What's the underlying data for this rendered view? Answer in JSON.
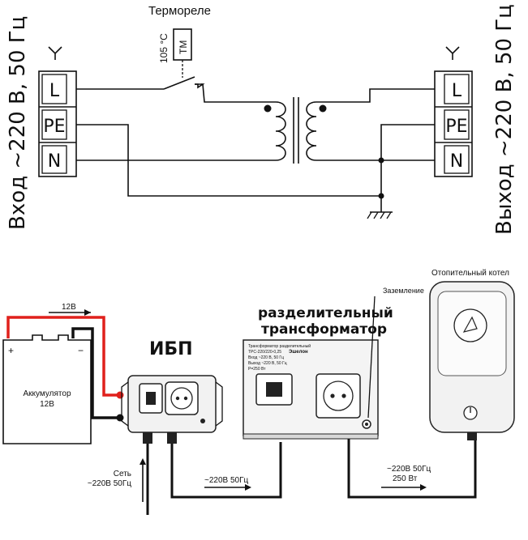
{
  "top_diagram": {
    "thermo_relay_label": "Термореле",
    "thermo_temp_label": "105 °C",
    "thermo_box_label": "TM",
    "input_side_label": "Вход ~220 В, 50 Гц",
    "output_side_label": "Выход ~220 В, 50 Гц",
    "terminals_left": [
      "L",
      "PE",
      "N"
    ],
    "terminals_right": [
      "L",
      "PE",
      "N"
    ]
  },
  "bottom_diagram": {
    "battery_voltage_label": "12В",
    "battery_label_line1": "Аккумулятор",
    "battery_label_line2": "12В",
    "battery_plus": "+",
    "battery_minus": "−",
    "ups_label": "ИБП",
    "transformer_title_line1": "разделительный",
    "transformer_title_line2": "трансформатор",
    "transformer_plate_line1": "Трансформатор разделительный",
    "transformer_plate_line2": "ТРС-220/220-0,25",
    "transformer_plate_line3": "Вход ~220 В, 50 Гц",
    "transformer_plate_line4": "Выход ~220 В, 50 Гц",
    "transformer_plate_line5": "P=250 Вт",
    "transformer_plate_brand": "Эшелон",
    "grounding_label": "Заземление",
    "boiler_label": "Отопительный котел",
    "mains_label_line1": "Сеть",
    "mains_label_line2": "~220В 50Гц",
    "link1_label": "~220В 50Гц",
    "link2_label_line1": "~220В 50Гц",
    "link2_label_line2": "250 Вт"
  },
  "colors": {
    "battery_positive_wire": "#e0201c",
    "wire": "#111111",
    "device_fill": "#f2f2f2"
  }
}
